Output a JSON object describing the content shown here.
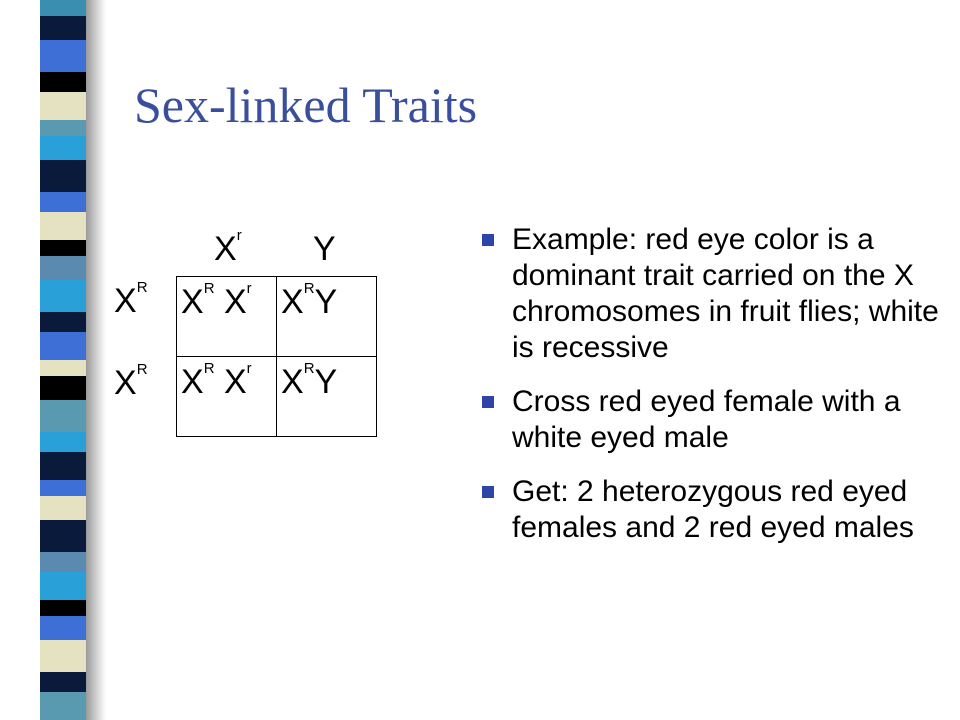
{
  "slide": {
    "title": "Sex-linked Traits"
  },
  "punnett": {
    "male_alleles": [
      {
        "base": "X",
        "sup": "r"
      },
      {
        "base": "Y",
        "sup": ""
      }
    ],
    "female_alleles": [
      {
        "base": "X",
        "sup": "R"
      },
      {
        "base": "X",
        "sup": "R"
      }
    ],
    "cells": [
      [
        {
          "a": "X",
          "a_sup": "R",
          "b": "X",
          "b_sup": "r"
        },
        {
          "a": "X",
          "a_sup": "R",
          "b": "Y",
          "b_sup": ""
        }
      ],
      [
        {
          "a": "X",
          "a_sup": "R",
          "b": "X",
          "b_sup": "r"
        },
        {
          "a": "X",
          "a_sup": "R",
          "b": "Y",
          "b_sup": ""
        }
      ]
    ]
  },
  "bullets": [
    "Example:  red eye color is a dominant trait carried on the X chromosomes in fruit flies; white is recessive",
    "Cross red eyed female with a white eyed male",
    "Get:  2 heterozygous red eyed females and 2 red eyed males"
  ],
  "colors": {
    "title": "#3a4e9e",
    "bullet_marker": "#2e44a6",
    "stripes": [
      "#3a8fb0",
      "#0a1a3a",
      "#3d6fd6",
      "#000000",
      "#e4e2c0",
      "#5a9ab0",
      "#2aa0d8",
      "#0a1a3a",
      "#3d6fd6",
      "#e4e2c0",
      "#000000",
      "#5a8ab0",
      "#2aa0d8",
      "#0a1a3a",
      "#3d6fd6",
      "#e4e2c0",
      "#000000",
      "#5a9ab0",
      "#2aa0d8",
      "#0a1a3a",
      "#3d6fd6",
      "#e4e2c0",
      "#0a1a3a",
      "#5a8ab0",
      "#2aa0d8",
      "#000000",
      "#3d6fd6",
      "#e4e2c0",
      "#0a1a3a",
      "#5a9ab0"
    ]
  }
}
